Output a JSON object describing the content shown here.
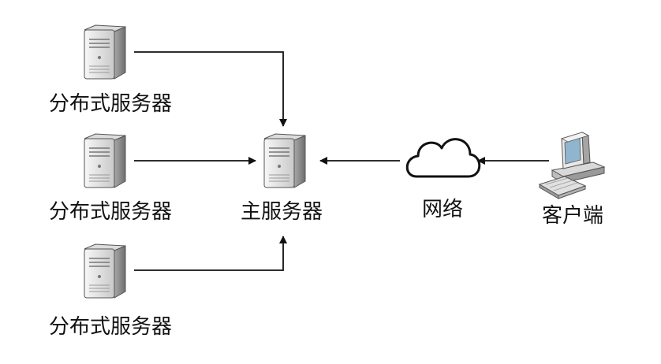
{
  "diagram": {
    "nodes": {
      "dist_server_1": {
        "label": "分布式服务器",
        "icon": "server-tower-icon"
      },
      "dist_server_2": {
        "label": "分布式服务器",
        "icon": "server-tower-icon"
      },
      "dist_server_3": {
        "label": "分布式服务器",
        "icon": "server-tower-icon"
      },
      "main_server": {
        "label": "主服务器",
        "icon": "server-tower-icon"
      },
      "network": {
        "label": "网络",
        "icon": "cloud-icon"
      },
      "client": {
        "label": "客户端",
        "icon": "desktop-computer-icon"
      }
    },
    "edges": [
      {
        "from": "dist_server_1",
        "to": "main_server"
      },
      {
        "from": "dist_server_2",
        "to": "main_server"
      },
      {
        "from": "dist_server_3",
        "to": "main_server"
      },
      {
        "from": "network",
        "to": "main_server"
      },
      {
        "from": "client",
        "to": "network"
      }
    ],
    "colors": {
      "line": "#111111",
      "server_body": "#e6e6e6",
      "server_dark": "#8a8a8a"
    }
  }
}
